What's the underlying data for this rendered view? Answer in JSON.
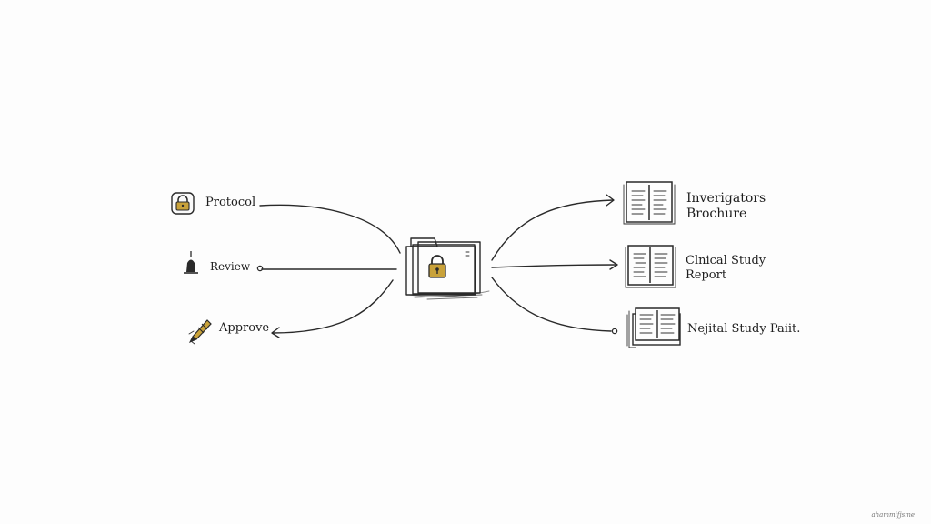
{
  "inputs": [
    {
      "label": "Protocol",
      "icon": "padlock-icon"
    },
    {
      "label": "Review",
      "icon": "bell-icon"
    },
    {
      "label": "Approve",
      "icon": "pen-icon"
    }
  ],
  "center": {
    "icon": "locked-folder-icon"
  },
  "outputs": [
    {
      "line1": "Inverigators",
      "line2": "Brochure",
      "icon": "open-book-icon"
    },
    {
      "line1": "Clnical Study",
      "line2": "Report",
      "icon": "open-book-icon"
    },
    {
      "line1": "Nejital Study Paiit.",
      "line2": "",
      "icon": "book-stack-icon"
    }
  ],
  "signature": "ahammifjsme",
  "colors": {
    "ink": "#2a2a2a",
    "lock_gold": "#c9a23a",
    "background": "#fdfdfd"
  }
}
